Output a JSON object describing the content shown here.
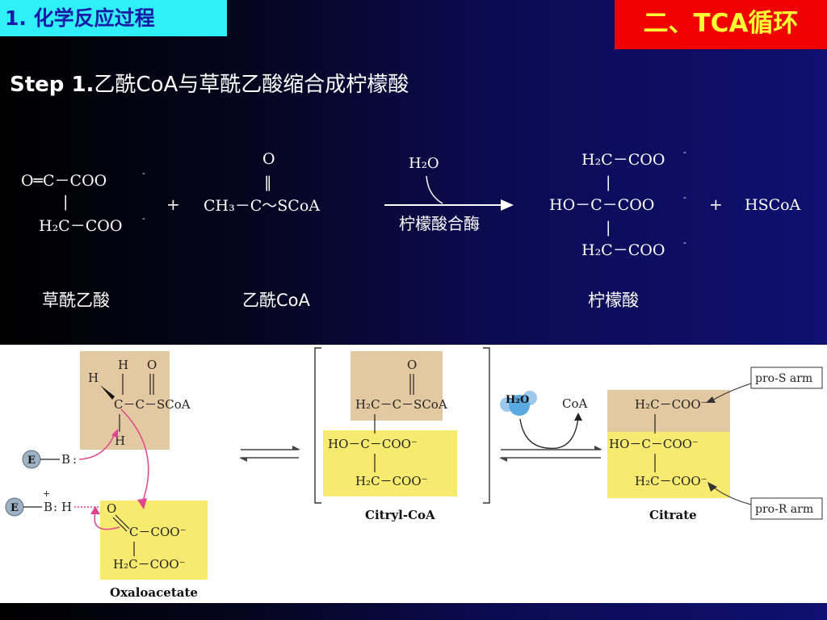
{
  "header": {
    "section_tag": "1. 化学反应过程",
    "chapter_tag": "二、TCA循环"
  },
  "step": {
    "prefix": "Step 1.",
    "text": "乙酰CoA与草酰乙酸缩合成柠檬酸"
  },
  "equation": {
    "oaa_line1": "O═C－COO",
    "oaa_bar": "|",
    "oaa_line3": "H₂C－COO",
    "plus1": "+",
    "acetyl_o": "O",
    "acetyl_dbl": "‖",
    "acetyl_line": "CH₃－C～SCoA",
    "water": "H₂O",
    "enzyme": "柠檬酸合酶",
    "cit_line1": "H₂C－COO",
    "cit_bar1": "|",
    "cit_line2": "HO－C－COO",
    "cit_bar2": "|",
    "cit_line3": "H₂C－COO",
    "plus2": "+",
    "hscoa": "HSCoA",
    "charge": "-",
    "label_oaa": "草酰乙酸",
    "label_acetyl": "乙酰CoA",
    "label_citrate": "柠檬酸"
  },
  "mechanism": {
    "acetyl": {
      "h_top": "H",
      "o_top": "O",
      "h_left": "H",
      "chain": "C－C－SCoA",
      "h_bottom": "H"
    },
    "enzyme1": {
      "e": "E",
      "b": "B",
      "lone": ":"
    },
    "enzyme2": {
      "e": "E",
      "b": "B",
      "plus": "+",
      "h": "H"
    },
    "oxaloacetate": {
      "line1": "C－COO⁻",
      "o": "O",
      "line2": "H₂C－COO⁻",
      "caption": "Oxaloacetate"
    },
    "citryl": {
      "o_top": "O",
      "line1": "H₂C－C－SCoA",
      "line2": "HO－C－COO⁻",
      "line3": "H₂C－COO⁻",
      "caption": "Citryl-CoA"
    },
    "water": "H₂O",
    "coa": "CoA",
    "citrate": {
      "line1": "H₂C－COO⁻",
      "line2": "HO－C－COO⁻",
      "line3": "H₂C－COO⁻",
      "caption": "Citrate"
    },
    "pro_s": "pro-S arm",
    "pro_r": "pro-R arm"
  },
  "colors": {
    "section_bg": "#2ff0f6",
    "chapter_bg": "#f00000",
    "chapter_text": "#ffff33",
    "acetyl_box": "#e3c9a1",
    "oaa_box": "#f7ea6e",
    "arrow_pink": "#e0458e",
    "water_blue": "#5aa9e0"
  }
}
